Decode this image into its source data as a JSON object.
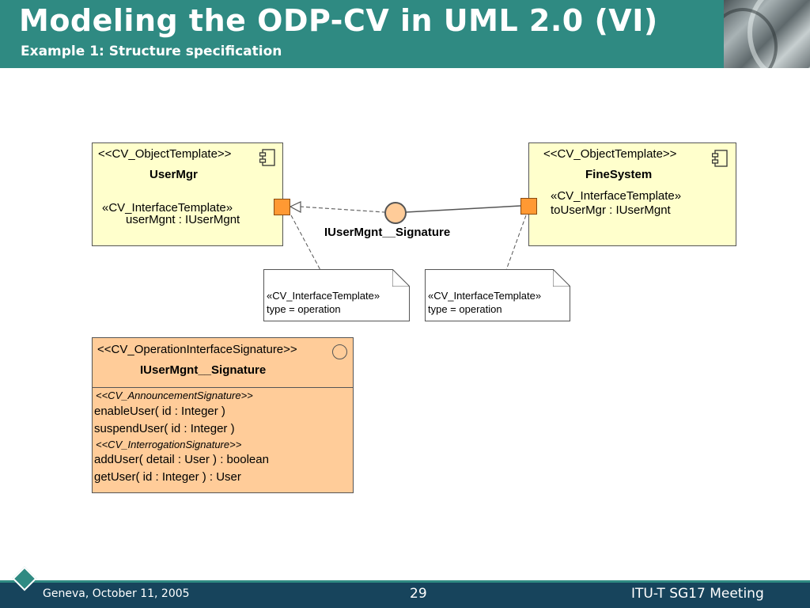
{
  "header": {
    "title": "Modeling the ODP-CV in UML 2.0 (VI)",
    "subtitle": "Example 1: Structure specification",
    "accent_color": "#2f8a82"
  },
  "diagram": {
    "usermgr": {
      "stereotype": "<<CV_ObjectTemplate>>",
      "name": "UserMgr",
      "port_stereotype": "«CV_InterfaceTemplate»",
      "port_label": "userMgnt : IUserMgnt",
      "icon": "component-icon"
    },
    "finesystem": {
      "stereotype": "<<CV_ObjectTemplate>>",
      "name": "FineSystem",
      "port_stereotype": "«CV_InterfaceTemplate»",
      "port_label": "toUserMgr : IUserMgnt",
      "icon": "component-icon"
    },
    "interface_label": "IUserMgnt__Signature",
    "note_left": {
      "line1": "«CV_InterfaceTemplate»",
      "line2": "type = operation"
    },
    "note_right": {
      "line1": "«CV_InterfaceTemplate»",
      "line2": "type = operation"
    },
    "signature": {
      "stereotype": "<<CV_OperationInterfaceSignature>>",
      "name": "IUserMgnt__Signature",
      "announcement_stereotype": "<<CV_AnnouncementSignature>>",
      "op1": "enableUser( id : Integer )",
      "op2": "suspendUser( id : Integer )",
      "interrogation_stereotype": "<<CV_InterrogationSignature>>",
      "op3": "addUser( detail : User ) : boolean",
      "op4": "getUser( id : Integer ) : User",
      "icon": "interface-circle-icon"
    },
    "colors": {
      "object_fill": "#ffffcc",
      "signature_fill": "#ffcc99",
      "port_fill": "#ff9933"
    }
  },
  "footer": {
    "location_date": "Geneva, October 11, 2005",
    "page_number": "29",
    "meeting": "ITU-T SG17 Meeting",
    "bar_color": "#17445c"
  }
}
